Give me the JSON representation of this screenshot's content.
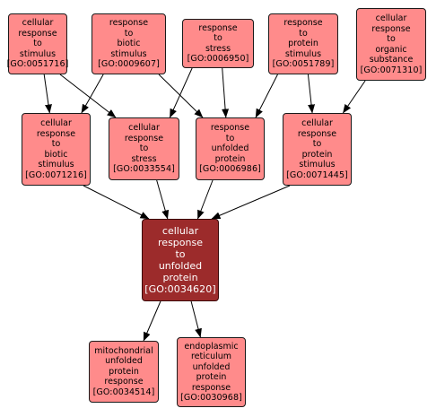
{
  "colors": {
    "node_fill": "#ff8b8b",
    "focus_fill": "#9c2b2b",
    "focus_text": "#ffffff",
    "edge": "#000000"
  },
  "nodes": [
    {
      "key": "n0051716",
      "lines": [
        "cellular",
        "response",
        "to",
        "stimulus"
      ],
      "id": "[GO:0051716]",
      "focus": false
    },
    {
      "key": "n0009607",
      "lines": [
        "response",
        "to",
        "biotic",
        "stimulus"
      ],
      "id": "[GO:0009607]",
      "focus": false
    },
    {
      "key": "n0006950",
      "lines": [
        "response",
        "to",
        "stress"
      ],
      "id": "[GO:0006950]",
      "focus": false
    },
    {
      "key": "n0051789",
      "lines": [
        "response",
        "to",
        "protein",
        "stimulus"
      ],
      "id": "[GO:0051789]",
      "focus": false
    },
    {
      "key": "n0071310",
      "lines": [
        "cellular",
        "response",
        "to",
        "organic",
        "substance"
      ],
      "id": "[GO:0071310]",
      "focus": false
    },
    {
      "key": "n0071216",
      "lines": [
        "cellular",
        "response",
        "to",
        "biotic",
        "stimulus"
      ],
      "id": "[GO:0071216]",
      "focus": false
    },
    {
      "key": "n0033554",
      "lines": [
        "cellular",
        "response",
        "to",
        "stress"
      ],
      "id": "[GO:0033554]",
      "focus": false
    },
    {
      "key": "n0006986",
      "lines": [
        "response",
        "to",
        "unfolded",
        "protein"
      ],
      "id": "[GO:0006986]",
      "focus": false
    },
    {
      "key": "n0071445",
      "lines": [
        "cellular",
        "response",
        "to",
        "protein",
        "stimulus"
      ],
      "id": "[GO:0071445]",
      "focus": false
    },
    {
      "key": "n0034620",
      "lines": [
        "cellular",
        "response",
        "to",
        "unfolded",
        "protein"
      ],
      "id": "[GO:0034620]",
      "focus": true
    },
    {
      "key": "n0034514",
      "lines": [
        "mitochondrial",
        "unfolded",
        "protein",
        "response"
      ],
      "id": "[GO:0034514]",
      "focus": false
    },
    {
      "key": "n0030968",
      "lines": [
        "endoplasmic",
        "reticulum",
        "unfolded",
        "protein",
        "response"
      ],
      "id": "[GO:0030968]",
      "focus": false
    }
  ],
  "edges": [
    [
      "n0051716",
      "n0071216"
    ],
    [
      "n0051716",
      "n0033554"
    ],
    [
      "n0009607",
      "n0071216"
    ],
    [
      "n0009607",
      "n0006986"
    ],
    [
      "n0006950",
      "n0033554"
    ],
    [
      "n0006950",
      "n0006986"
    ],
    [
      "n0051789",
      "n0006986"
    ],
    [
      "n0051789",
      "n0071445"
    ],
    [
      "n0071310",
      "n0071445"
    ],
    [
      "n0071216",
      "n0034620"
    ],
    [
      "n0033554",
      "n0034620"
    ],
    [
      "n0006986",
      "n0034620"
    ],
    [
      "n0071445",
      "n0034620"
    ],
    [
      "n0034620",
      "n0034514"
    ],
    [
      "n0034620",
      "n0030968"
    ]
  ]
}
